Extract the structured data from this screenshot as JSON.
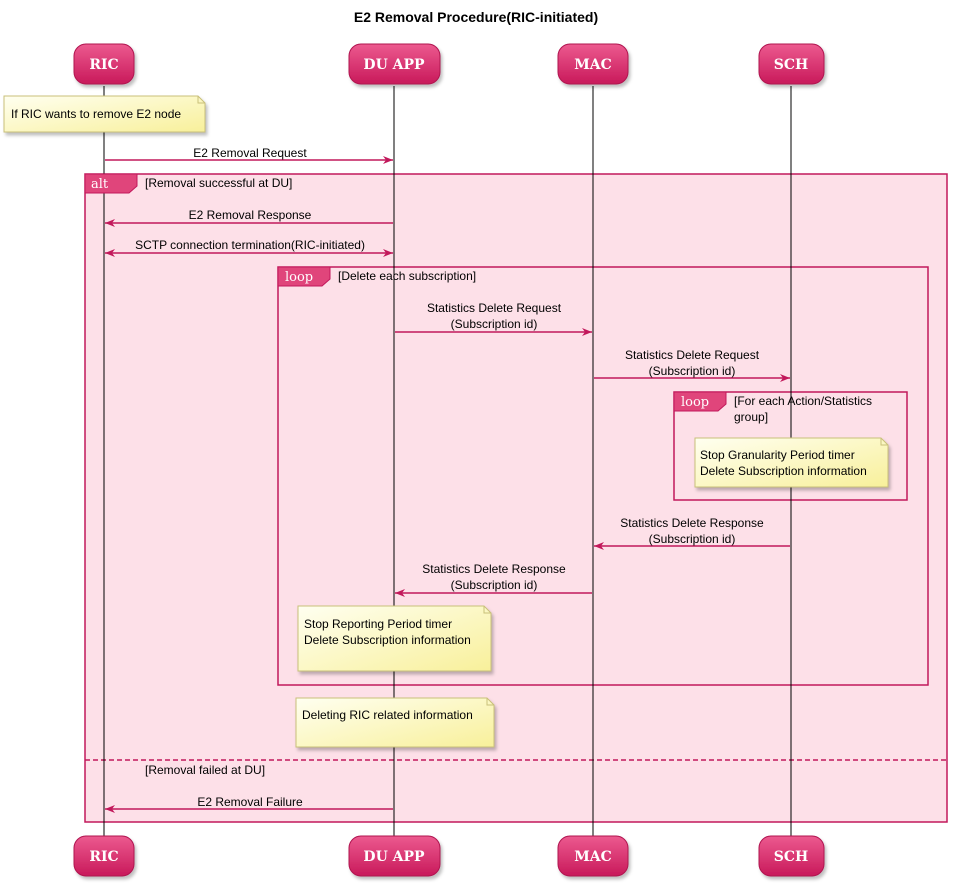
{
  "title": "E2 Removal Procedure(RIC-initiated)",
  "participants": {
    "ric": "RIC",
    "duapp": "DU APP",
    "mac": "MAC",
    "sch": "SCH"
  },
  "notes": {
    "ric_intent": "If RIC wants to remove E2 node",
    "sch_stop_1": "Stop Granularity Period timer",
    "sch_stop_2": "Delete Subscription information",
    "du_stop_1": "Stop Reporting Period timer",
    "du_stop_2": "Delete Subscription information",
    "du_delete_ric": "Deleting RIC related information"
  },
  "messages": {
    "e2_removal_request": "E2 Removal Request",
    "e2_removal_response": "E2 Removal Response",
    "sctp_termination": "SCTP connection termination(RIC-initiated)",
    "stats_del_req_mac_1": "Statistics Delete Request",
    "stats_del_req_mac_2": "(Subscription id)",
    "stats_del_req_sch_1": "Statistics Delete Request",
    "stats_del_req_sch_2": "(Subscription id)",
    "stats_del_rsp_sch_1": "Statistics Delete Response",
    "stats_del_rsp_sch_2": "(Subscription id)",
    "stats_del_rsp_mac_1": "Statistics Delete Response",
    "stats_del_rsp_mac_2": "(Subscription id)",
    "e2_removal_failure": "E2 Removal Failure"
  },
  "fragments": {
    "alt_label": "alt",
    "alt_guard_1": "[Removal successful at DU]",
    "alt_guard_2": "[Removal failed at DU]",
    "loop1_label": "loop",
    "loop1_guard": "[Delete each subscription]",
    "loop2_label": "loop",
    "loop2_guard_1": "[For each Action/Statistics",
    "loop2_guard_2": "group]"
  },
  "colors": {
    "accent": "#C2185B",
    "participant_fill": "#E0457B",
    "fragment_bg": "#FDE0E8",
    "note_fill": "#FFFBC4"
  }
}
